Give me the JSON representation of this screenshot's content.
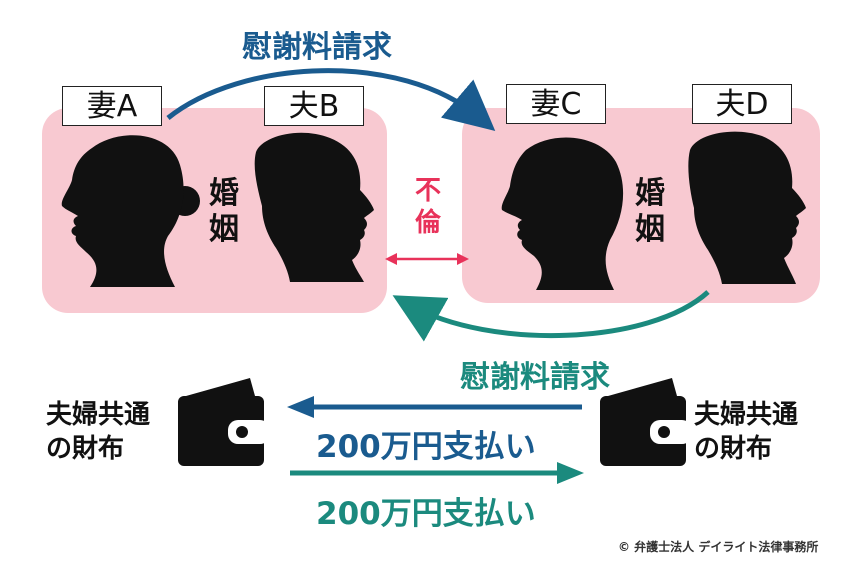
{
  "left_couple": {
    "wife_label": "妻A",
    "husband_label": "夫B",
    "marriage_label": [
      "婚",
      "姻"
    ]
  },
  "right_couple": {
    "wife_label": "妻C",
    "husband_label": "夫D",
    "marriage_label": [
      "婚",
      "姻"
    ]
  },
  "affair_label": [
    "不",
    "倫"
  ],
  "top_claim_label": "慰謝料請求",
  "bottom_claim_label": "慰謝料請求",
  "payment_top_label": "200万円支払い",
  "payment_bottom_label": "200万円支払い",
  "left_wallet_label": [
    "夫婦共通",
    "の財布"
  ],
  "right_wallet_label": [
    "夫婦共通",
    "の財布"
  ],
  "copyright": "© 弁護士法人 デイライト法律事務所",
  "colors": {
    "pink": "#f8c9d1",
    "blue": "#1a5b8f",
    "teal": "#1b8a7e",
    "red": "#e8325a",
    "black": "#111111"
  }
}
